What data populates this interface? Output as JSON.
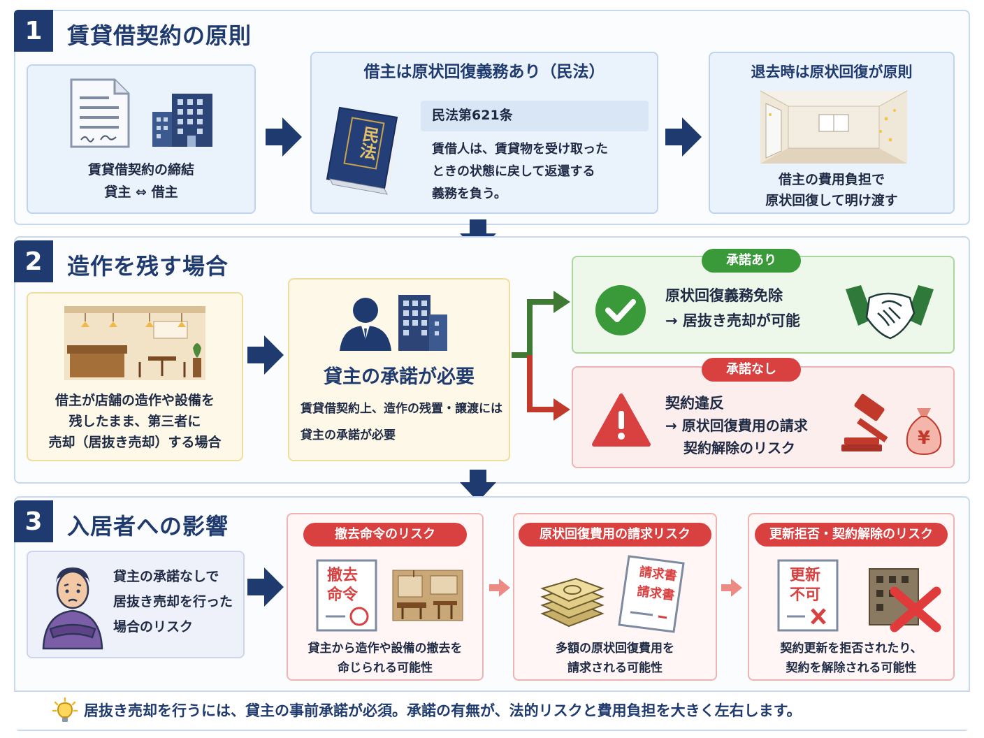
{
  "section1": {
    "number": "1",
    "title": "賃貸借契約の原則",
    "card1": {
      "line1": "賃貸借契約の締結",
      "line2": "貸主 ⇔ 借主"
    },
    "card2": {
      "title": "借主は原状回復義務あり（民法）",
      "book_label": "民法",
      "article": "民法第621条",
      "text1": "賃借人は、賃貸物を受け取った",
      "text2": "ときの状態に戻して返還する",
      "text3": "義務を負う。"
    },
    "card3": {
      "title": "退去時は原状回復が原則",
      "line1": "借主の費用負担で",
      "line2": "原状回復して明け渡す"
    }
  },
  "section2": {
    "number": "2",
    "title": "造作を残す場合",
    "card1": {
      "line1": "借主が店舗の造作や設備を",
      "line2": "残したまま、第三者に",
      "line3": "売却（居抜き売却）する場合"
    },
    "card2": {
      "title": "貸主の承諾が必要",
      "line1": "賃貸借契約上、造作の残置・譲渡には",
      "line2": "貸主の承諾が必要"
    },
    "approved": {
      "badge": "承諾あり",
      "line1": "原状回復義務免除",
      "line2": "→ 居抜き売却が可能"
    },
    "denied": {
      "badge": "承諾なし",
      "line1": "契約違反",
      "line2": "→ 原状回復費用の請求",
      "line3": "契約解除のリスク"
    }
  },
  "section3": {
    "number": "3",
    "title": "入居者への影響",
    "card1": {
      "line1": "貸主の承諾なしで",
      "line2": "居抜き売却を行った",
      "line3": "場合のリスク"
    },
    "risk1": {
      "badge": "撤去命令のリスク",
      "doc1": "撤去",
      "doc2": "命令",
      "line1": "貸主から造作や設備の撤去を",
      "line2": "命じられる可能性"
    },
    "risk2": {
      "badge": "原状回復費用の請求リスク",
      "doc1": "請求書",
      "doc2": "請求書",
      "line1": "多額の原状回復費用を",
      "line2": "請求される可能性"
    },
    "risk3": {
      "badge": "更新拒否・契約解除のリスク",
      "doc1": "更新",
      "doc2": "不可",
      "line1": "契約更新を拒否されたり、",
      "line2": "契約を解除される可能性"
    }
  },
  "footer": {
    "text": "居抜き売却を行うには、貸主の事前承諾が必須。承諾の有無が、法的リスクと費用負担を大きく左右します。"
  },
  "colors": {
    "navy": "#1f3a6e",
    "green": "#3a9a3a",
    "red": "#d94040"
  }
}
